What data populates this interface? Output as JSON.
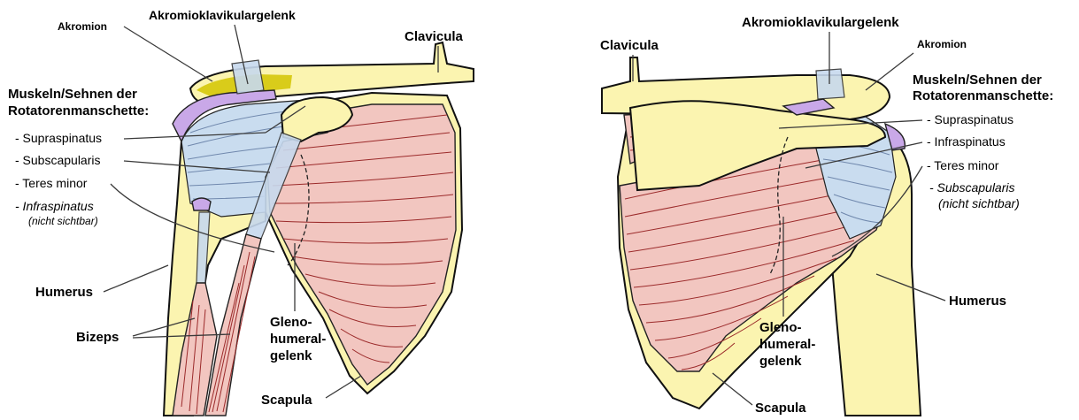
{
  "left_view": {
    "labels": {
      "akromion": "Akromion",
      "ac_joint": "Akromioklavikulargelenk",
      "clavicula": "Clavicula",
      "rotator_title_1": "Muskeln/Sehnen der",
      "rotator_title_2": "Rotatorenmanschette:",
      "supraspinatus": "- Supraspinatus",
      "subscapularis": "- Subscapularis",
      "teres_minor": "- Teres minor",
      "infraspinatus": "- Infraspinatus",
      "nicht_sichtbar": "(nicht sichtbar)",
      "humerus": "Humerus",
      "bizeps": "Bizeps",
      "gleno_1": "Gleno-",
      "gleno_2": "humeral-",
      "gleno_3": "gelenk",
      "scapula": "Scapula"
    }
  },
  "right_view": {
    "labels": {
      "ac_joint": "Akromioklavikulargelenk",
      "clavicula": "Clavicula",
      "akromion": "Akromion",
      "rotator_title_1": "Muskeln/Sehnen der",
      "rotator_title_2": "Rotatorenmanschette:",
      "supraspinatus": "- Supraspinatus",
      "infraspinatus": "- Infraspinatus",
      "teres_minor": "- Teres minor",
      "subscapularis": "- Subscapularis",
      "nicht_sichtbar": "(nicht sichtbar)",
      "humerus": "Humerus",
      "gleno_1": "Gleno-",
      "gleno_2": "humeral-",
      "gleno_3": "gelenk",
      "scapula": "Scapula"
    }
  },
  "colors": {
    "bone": "#fbf4b0",
    "muscle": "#f2c6c0",
    "muscle_fiber": "#9b2a2a",
    "tendon": "#c9dcef",
    "bursa": "#c9a8e8",
    "cartilage": "#d9cc1a"
  }
}
